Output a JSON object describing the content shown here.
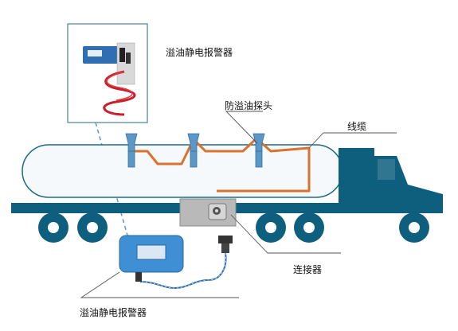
{
  "labels": {
    "alarm_top": "溢油静电报警器",
    "probe": "防溢油探头",
    "cable": "线缆",
    "connector": "连接器",
    "alarm_bottom": "溢油静电报警器"
  },
  "colors": {
    "truck_blue": "#0e5f7e",
    "tank_fill": "#f5f9fc",
    "tank_stroke": "#1e6a8a",
    "cable_orange": "#d9722c",
    "probe_blue": "#5b97c7",
    "alarm_box_blue": "#3f8fd4",
    "connector_gray": "#b9b9b9",
    "annotation_line": "#555555"
  },
  "icons": [
    "alarm-device-photo",
    "overfill-probe",
    "connector-socket",
    "plug",
    "alarm-box"
  ]
}
